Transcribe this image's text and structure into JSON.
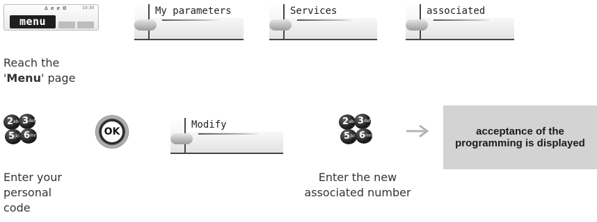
{
  "phone": {
    "status_icons": "Δ ø ø Θ",
    "time": "10:30",
    "menu_key": "menu"
  },
  "screen_labels": [
    "My parameters",
    "Services",
    "associated",
    "Modify"
  ],
  "caption_menu": {
    "pre": "Reach the '",
    "bold": "Menu",
    "post": "' page"
  },
  "caption_code": "Enter your personal code",
  "caption_number": "Enter the new associated number",
  "keypad": [
    {
      "digit": "2",
      "letters": "abc"
    },
    {
      "digit": "3",
      "letters": "def"
    },
    {
      "digit": "5",
      "letters": "jkl"
    },
    {
      "digit": "6",
      "letters": "mno"
    }
  ],
  "ok_label": "OK",
  "result": "acceptance of the programming is displayed"
}
